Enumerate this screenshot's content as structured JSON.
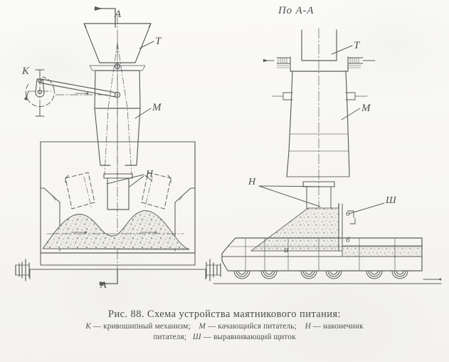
{
  "figure": {
    "caption_title": "Рис. 88. Схема устройства маятникового питания:",
    "legend_line_1_a": "К",
    "legend_line_1_b": "— кривошипный   механизм;",
    "legend_line_1_c": "М",
    "legend_line_1_d": "— качающийся   питатель;",
    "legend_line_1_e": "Н",
    "legend_line_1_f": "— наконечник",
    "legend_line_2_a": "питателя;",
    "legend_line_2_b": "Ш",
    "legend_line_2_c": "— выравнивающий  щиток"
  },
  "views": {
    "right_view_title": "По А-А"
  },
  "labels": {
    "left_section_arrow_top": "А",
    "left_section_arrow_bottom": "А",
    "left_crank": "К",
    "left_hopper": "Т",
    "left_feeder": "М",
    "left_nozzle": "Н",
    "right_hopper": "Т",
    "right_feeder": "М",
    "right_nozzle": "Н",
    "right_shield": "Ш",
    "right_detail_a": "а",
    "right_detail_b_upper": "б",
    "right_detail_b_lower": "б"
  },
  "colors": {
    "paper": "#f6f5f2",
    "ink": "#595959",
    "ink_light": "#7d7d7d",
    "ink_faint": "#a0a0a0",
    "material_fill": "#e9e8e3",
    "material_speck": "#6f6f6f"
  }
}
